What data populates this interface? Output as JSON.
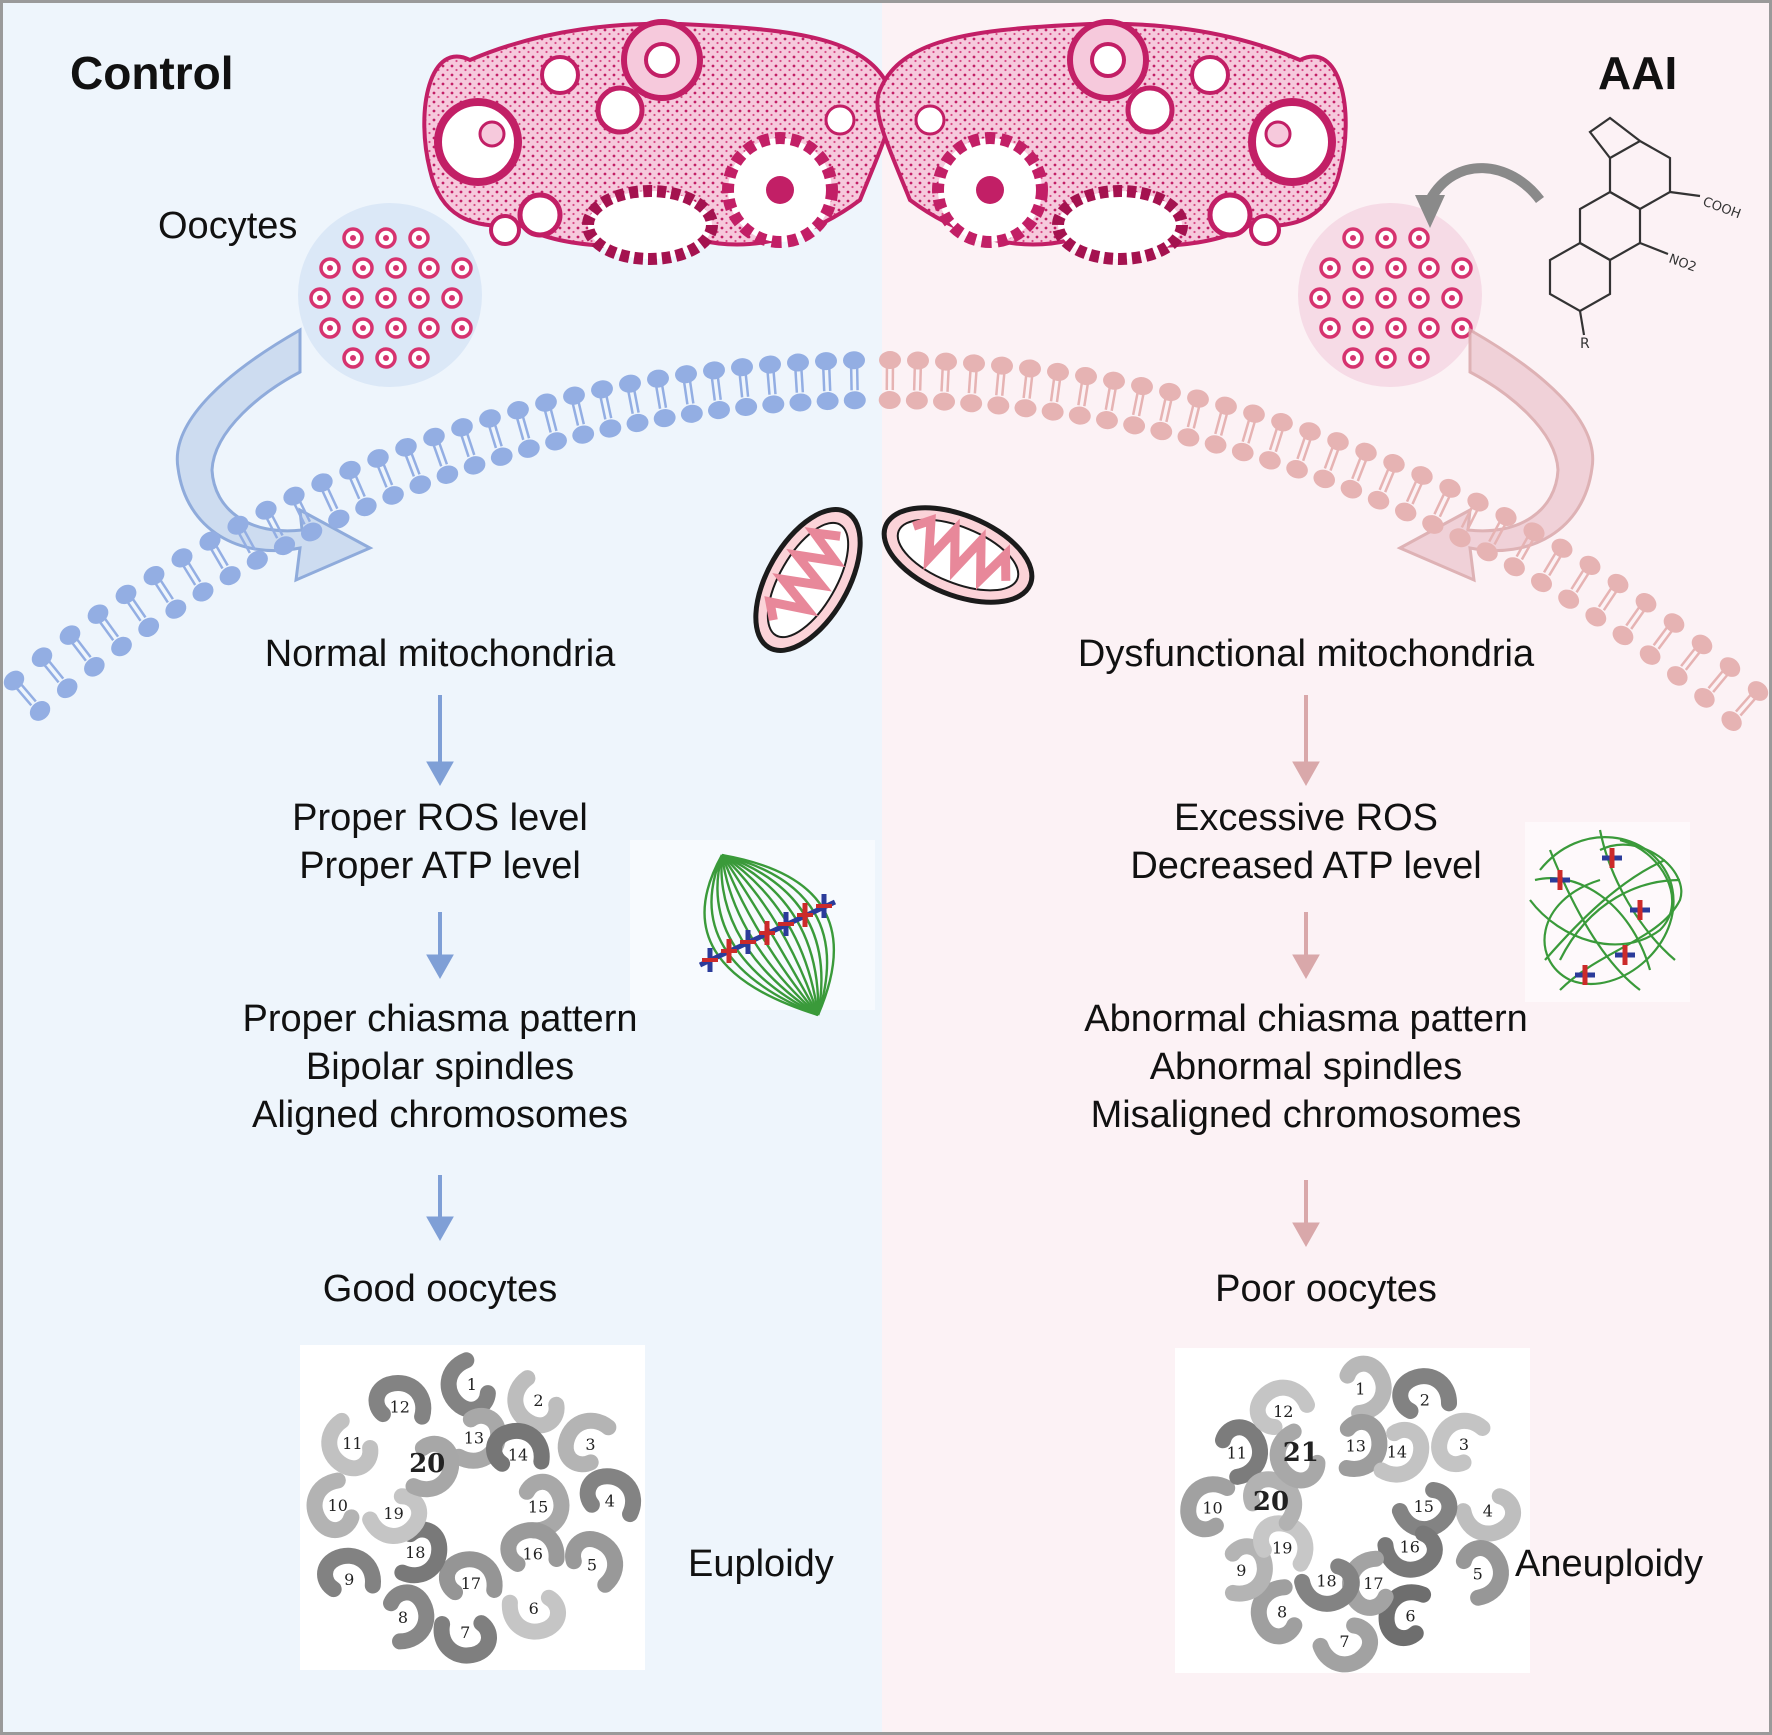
{
  "labels": {
    "control": "Control",
    "aai": "AAI",
    "oocytes": "Oocytes",
    "euploidy": "Euploidy",
    "aneuploidy": "Aneuploidy"
  },
  "control_flow": {
    "step1": "Normal mitochondria",
    "step2_line1": "Proper ROS level",
    "step2_line2": "Proper ATP level",
    "step3_line1": "Proper chiasma pattern",
    "step3_line2": "Bipolar spindles",
    "step3_line3": "Aligned chromosomes",
    "step4": "Good oocytes"
  },
  "aai_flow": {
    "step1": "Dysfunctional mitochondria",
    "step2_line1": "Excessive ROS",
    "step2_line2": "Decreased ATP level",
    "step3_line1": "Abnormal chiasma pattern",
    "step3_line2": "Abnormal spindles",
    "step3_line3": "Misaligned chromosomes",
    "step4": "Poor oocytes"
  },
  "molecule": {
    "cooh": "COOH",
    "no2": "NO2",
    "r": "R"
  },
  "karyotype_control": [
    "1",
    "2",
    "3",
    "4",
    "5",
    "6",
    "7",
    "8",
    "9",
    "10",
    "11",
    "12",
    "13",
    "14",
    "15",
    "16",
    "17",
    "18",
    "19",
    "20"
  ],
  "karyotype_aai": [
    "1",
    "2",
    "3",
    "4",
    "5",
    "6",
    "7",
    "8",
    "9",
    "10",
    "11",
    "12",
    "13",
    "14",
    "15",
    "16",
    "17",
    "18",
    "19",
    "20",
    "21"
  ],
  "colors": {
    "control_bg": "#eef5fc",
    "aai_bg": "#fcf2f5",
    "blue_arrow": "#7f9fd6",
    "pink_arrow": "#d9a8aa",
    "membrane_blue": "#93aee3",
    "membrane_pink": "#e6b3b3",
    "tissue_pink": "#d6336f"
  }
}
